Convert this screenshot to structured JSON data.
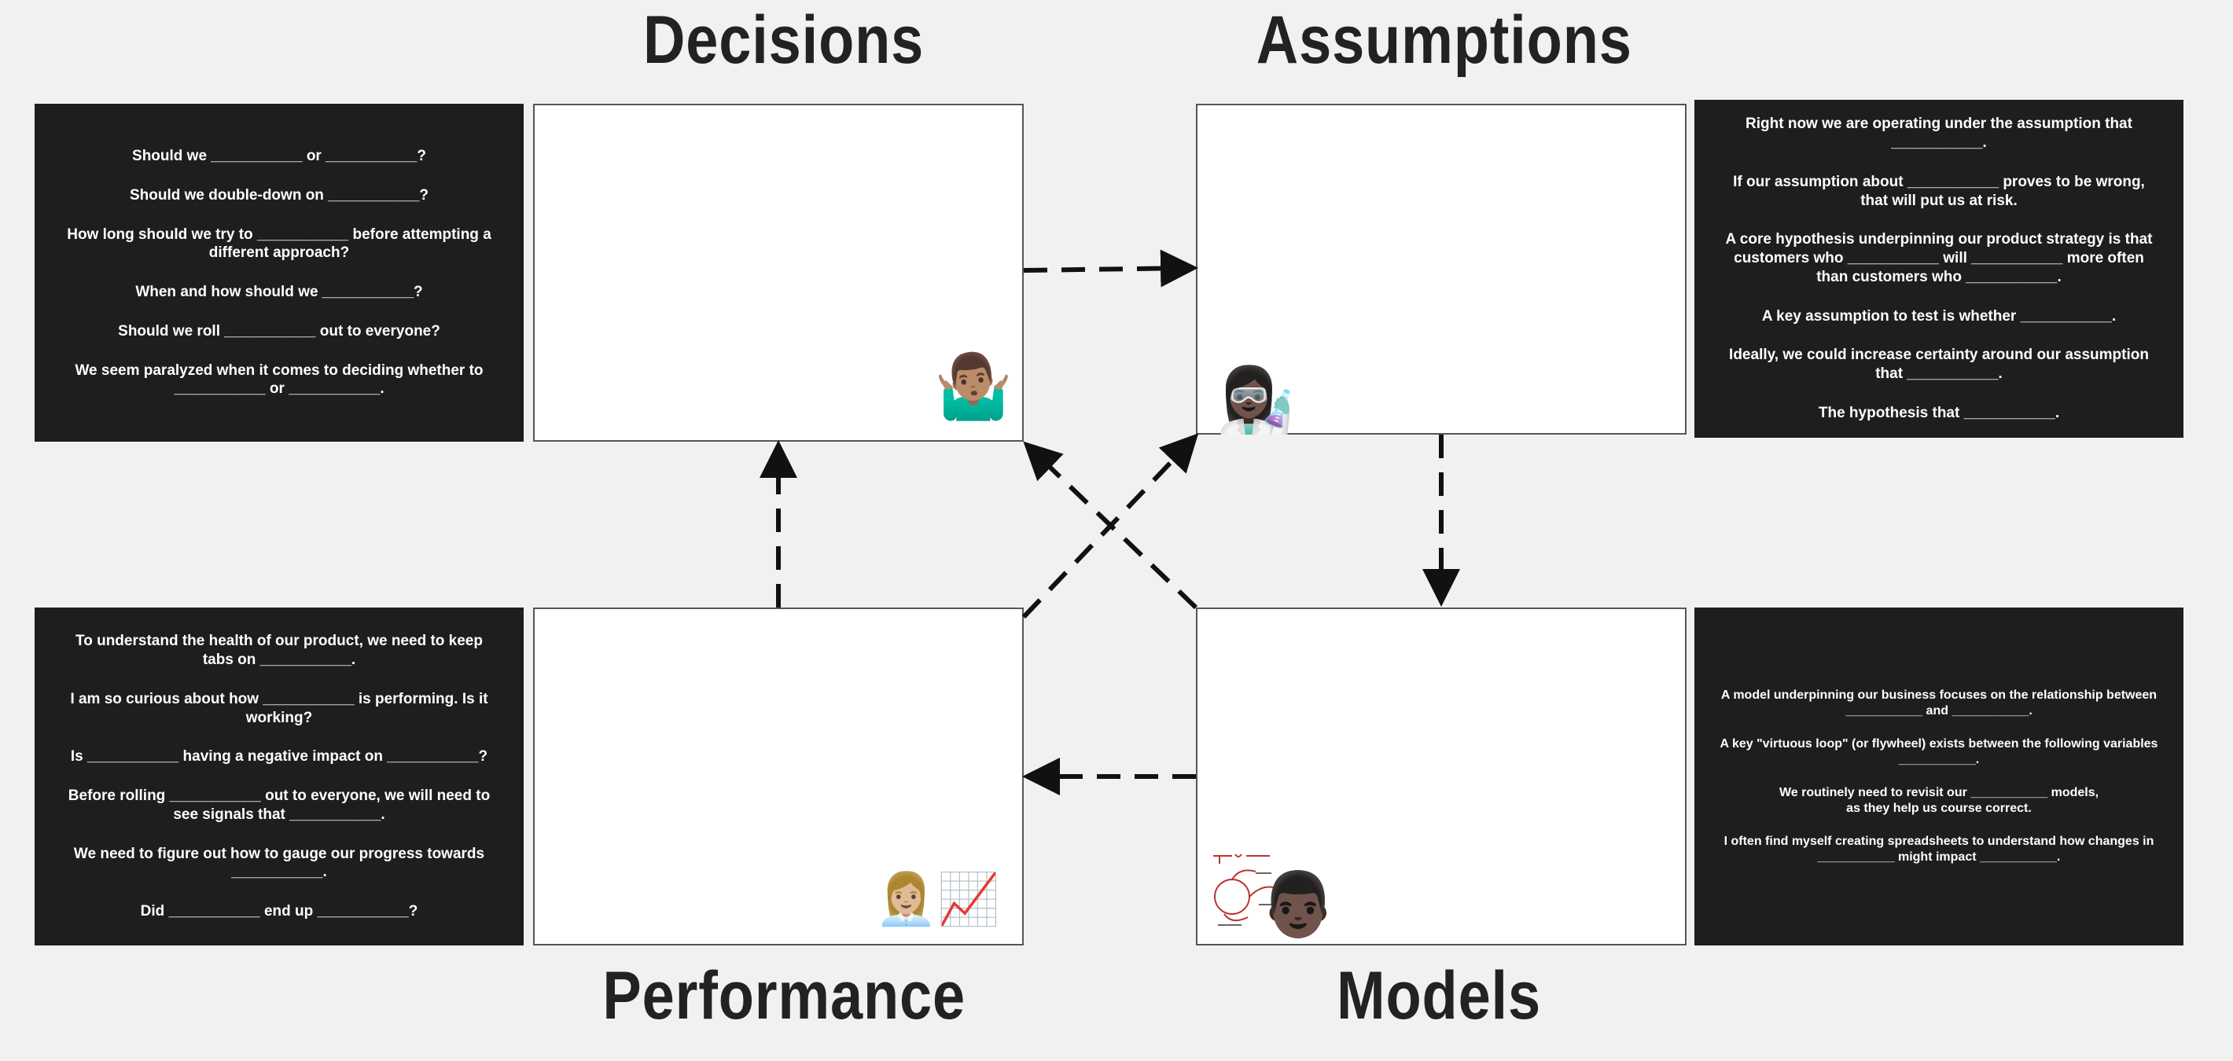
{
  "headings": {
    "decisions": "Decisions",
    "assumptions": "Assumptions",
    "performance": "Performance",
    "models": "Models"
  },
  "cards": {
    "decisions": [
      "Should we ___________ or ___________?",
      "Should we double-down on ___________?",
      "How long should we try to ___________ before attempting a different approach?",
      "When and how should we ___________?",
      "Should we roll ___________ out to everyone?",
      "We seem paralyzed when it comes to  deciding whether to ___________ or ___________."
    ],
    "assumptions": [
      "Right now we are operating under the assumption that ___________.",
      "If our assumption about ___________ proves to be wrong,\nthat will put us at risk.",
      "A core hypothesis underpinning our product strategy is that customers who ___________ will ___________ more often than customers who ___________.",
      "A key assumption to test is whether ___________.",
      "Ideally, we could increase certainty around our assumption that ___________.",
      "The hypothesis that ___________."
    ],
    "performance": [
      "To understand the health of our product, we need to keep tabs on ___________.",
      "I am so curious about how ___________ is performing. Is it working?",
      "Is ___________ having a negative impact on ___________?",
      "Before rolling ___________ out to everyone, we will need to see signals that ___________.",
      "We need to figure out how to gauge our progress towards ___________.",
      "Did ___________ end up ___________?"
    ],
    "models": [
      "A model underpinning our business focuses on the relationship between ___________ and ___________.",
      "A key \"virtuous loop\" (or flywheel) exists between the following variables ___________.",
      "We routinely need to revisit our ___________ models,\nas they help us course correct.",
      "I often find myself creating spreadsheets to understand how changes in ___________ might impact ___________."
    ]
  },
  "emojis": {
    "decisions": "🤷🏽‍♂️",
    "assumptions": "👩🏿‍🔬",
    "performance": "👩🏼‍💼📈",
    "models": "👨🏿"
  },
  "colors": {
    "background": "#f1f1f1",
    "card": "#1e1e1e",
    "heading": "#222222",
    "arrow": "#111111"
  }
}
